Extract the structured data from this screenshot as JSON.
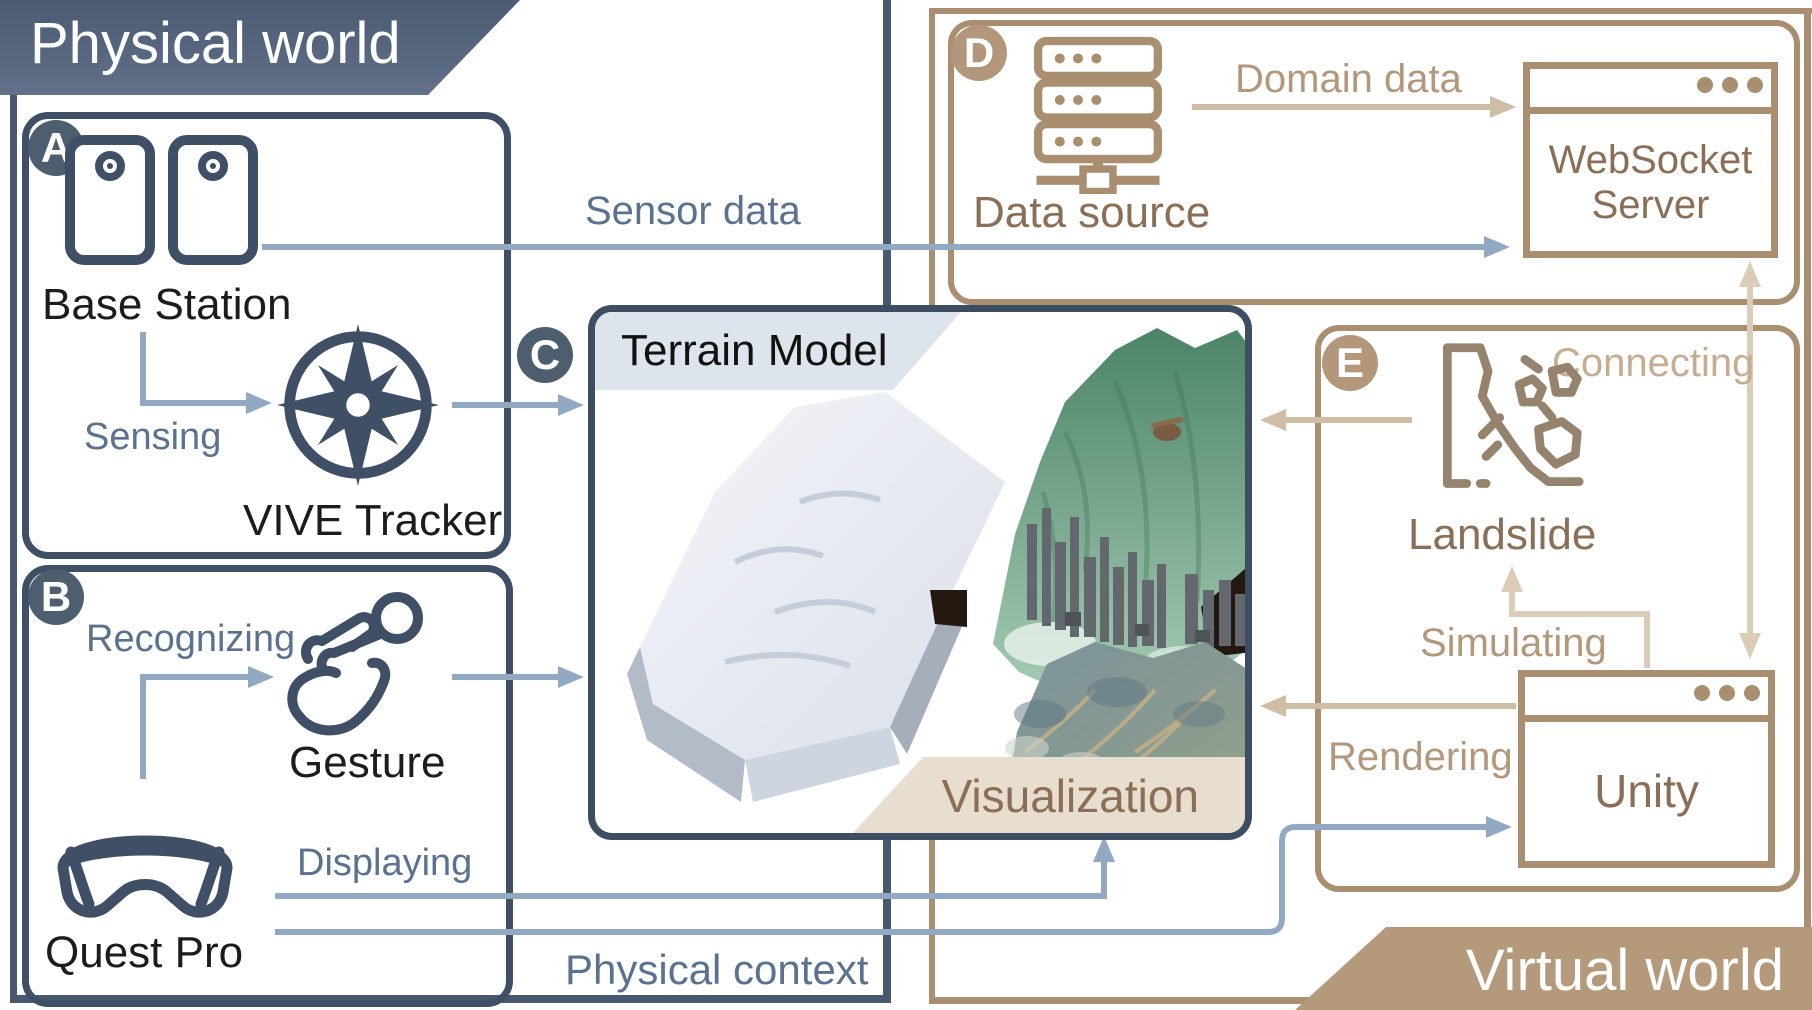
{
  "regions": {
    "physical": {
      "title": "Physical world"
    },
    "virtual": {
      "title": "Virtual world"
    }
  },
  "badges": {
    "a": "A",
    "b": "B",
    "c": "C",
    "d": "D",
    "e": "E"
  },
  "nodes": {
    "base_station": "Base Station",
    "vive_tracker": "VIVE Tracker",
    "gesture": "Gesture",
    "quest_pro": "Quest Pro",
    "terrain_model": "Terrain Model",
    "visualization": "Visualization",
    "data_source": "Data source",
    "websocket_server": "WebSocket Server",
    "landslide": "Landslide",
    "unity": "Unity"
  },
  "edges": {
    "sensing": "Sensing",
    "recognizing": "Recognizing",
    "displaying": "Displaying",
    "physical_context": "Physical context",
    "sensor_data": "Sensor data",
    "domain_data": "Domain data",
    "connecting": "Connecting",
    "simulating": "Simulating",
    "rendering": "Rendering"
  },
  "icons": [
    "base-station-icon",
    "vive-tracker-compass-icon",
    "gesture-tap-icon",
    "quest-pro-headset-icon",
    "data-source-server-icon",
    "browser-window-icon",
    "landslide-icon",
    "window-dots-icon"
  ],
  "colors": {
    "slate_dark": "#3f5066",
    "slate_banner": "#566882",
    "slate_arrow": "#92a9c4",
    "slate_text": "#5b7190",
    "badge_slate": "#4d5e6f",
    "tan_border": "#a98e70",
    "tan_arrow_light": "#dbccb8",
    "tan_arrow": "#cfbda6",
    "brown_text": "#8a6e55",
    "tan_text": "#b3977a",
    "header_gray": "#dee4eb",
    "viz_beige": "#e7decf"
  }
}
